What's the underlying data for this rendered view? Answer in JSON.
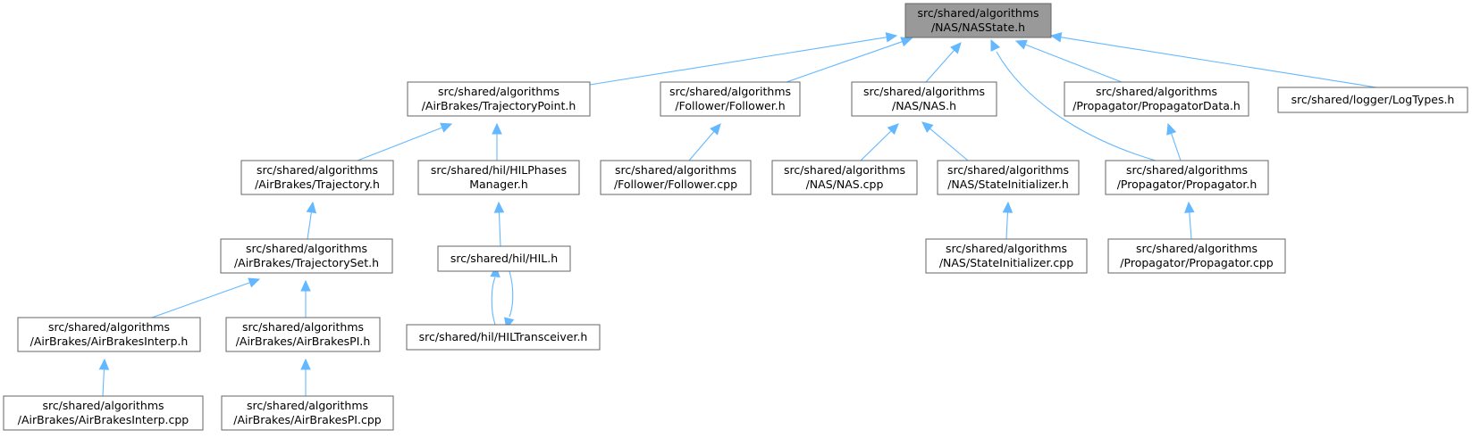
{
  "graph": {
    "nodes": [
      {
        "id": "NASState_h",
        "root": true,
        "lines": [
          "src/shared/algorithms",
          "/NAS/NASState.h"
        ]
      },
      {
        "id": "TrajectoryPoint_h",
        "lines": [
          "src/shared/algorithms",
          "/AirBrakes/TrajectoryPoint.h"
        ]
      },
      {
        "id": "Follower_h",
        "lines": [
          "src/shared/algorithms",
          "/Follower/Follower.h"
        ]
      },
      {
        "id": "NAS_h",
        "lines": [
          "src/shared/algorithms",
          "/NAS/NAS.h"
        ]
      },
      {
        "id": "PropagatorData_h",
        "lines": [
          "src/shared/algorithms",
          "/Propagator/PropagatorData.h"
        ]
      },
      {
        "id": "LogTypes_h",
        "lines": [
          "src/shared/logger/LogTypes.h"
        ]
      },
      {
        "id": "Trajectory_h",
        "lines": [
          "src/shared/algorithms",
          "/AirBrakes/Trajectory.h"
        ]
      },
      {
        "id": "HILPhasesManager_h",
        "lines": [
          "src/shared/hil/HILPhases",
          "Manager.h"
        ]
      },
      {
        "id": "Follower_cpp",
        "lines": [
          "src/shared/algorithms",
          "/Follower/Follower.cpp"
        ]
      },
      {
        "id": "NAS_cpp",
        "lines": [
          "src/shared/algorithms",
          "/NAS/NAS.cpp"
        ]
      },
      {
        "id": "StateInitializer_h",
        "lines": [
          "src/shared/algorithms",
          "/NAS/StateInitializer.h"
        ]
      },
      {
        "id": "Propagator_h",
        "lines": [
          "src/shared/algorithms",
          "/Propagator/Propagator.h"
        ]
      },
      {
        "id": "TrajectorySet_h",
        "lines": [
          "src/shared/algorithms",
          "/AirBrakes/TrajectorySet.h"
        ]
      },
      {
        "id": "HIL_h",
        "lines": [
          "src/shared/hil/HIL.h"
        ]
      },
      {
        "id": "StateInitializer_cpp",
        "lines": [
          "src/shared/algorithms",
          "/NAS/StateInitializer.cpp"
        ]
      },
      {
        "id": "Propagator_cpp",
        "lines": [
          "src/shared/algorithms",
          "/Propagator/Propagator.cpp"
        ]
      },
      {
        "id": "HILTransceiver_h",
        "lines": [
          "src/shared/hil/HILTransceiver.h"
        ]
      },
      {
        "id": "AirBrakesInterp_h",
        "lines": [
          "src/shared/algorithms",
          "/AirBrakes/AirBrakesInterp.h"
        ]
      },
      {
        "id": "AirBrakesPI_h",
        "lines": [
          "src/shared/algorithms",
          "/AirBrakes/AirBrakesPI.h"
        ]
      },
      {
        "id": "AirBrakesInterp_cpp",
        "lines": [
          "src/shared/algorithms",
          "/AirBrakes/AirBrakesInterp.cpp"
        ]
      },
      {
        "id": "AirBrakesPI_cpp",
        "lines": [
          "src/shared/algorithms",
          "/AirBrakes/AirBrakesPI.cpp"
        ]
      }
    ],
    "edges": [
      {
        "from": "TrajectoryPoint_h",
        "to": "NASState_h"
      },
      {
        "from": "Follower_h",
        "to": "NASState_h"
      },
      {
        "from": "NAS_h",
        "to": "NASState_h"
      },
      {
        "from": "Propagator_h",
        "to": "NASState_h"
      },
      {
        "from": "PropagatorData_h",
        "to": "NASState_h"
      },
      {
        "from": "LogTypes_h",
        "to": "NASState_h"
      },
      {
        "from": "Trajectory_h",
        "to": "TrajectoryPoint_h"
      },
      {
        "from": "HILPhasesManager_h",
        "to": "TrajectoryPoint_h"
      },
      {
        "from": "Follower_cpp",
        "to": "Follower_h"
      },
      {
        "from": "NAS_cpp",
        "to": "NAS_h"
      },
      {
        "from": "StateInitializer_h",
        "to": "NAS_h"
      },
      {
        "from": "Propagator_h",
        "to": "PropagatorData_h"
      },
      {
        "from": "TrajectorySet_h",
        "to": "Trajectory_h"
      },
      {
        "from": "HIL_h",
        "to": "HILPhasesManager_h"
      },
      {
        "from": "StateInitializer_cpp",
        "to": "StateInitializer_h"
      },
      {
        "from": "Propagator_cpp",
        "to": "Propagator_h"
      },
      {
        "from": "AirBrakesInterp_h",
        "to": "TrajectorySet_h"
      },
      {
        "from": "AirBrakesPI_h",
        "to": "TrajectorySet_h"
      },
      {
        "from": "HILTransceiver_h",
        "to": "HIL_h"
      },
      {
        "from": "HIL_h",
        "to": "HILTransceiver_h"
      },
      {
        "from": "AirBrakesInterp_cpp",
        "to": "AirBrakesInterp_h"
      },
      {
        "from": "AirBrakesPI_cpp",
        "to": "AirBrakesPI_h"
      }
    ]
  }
}
